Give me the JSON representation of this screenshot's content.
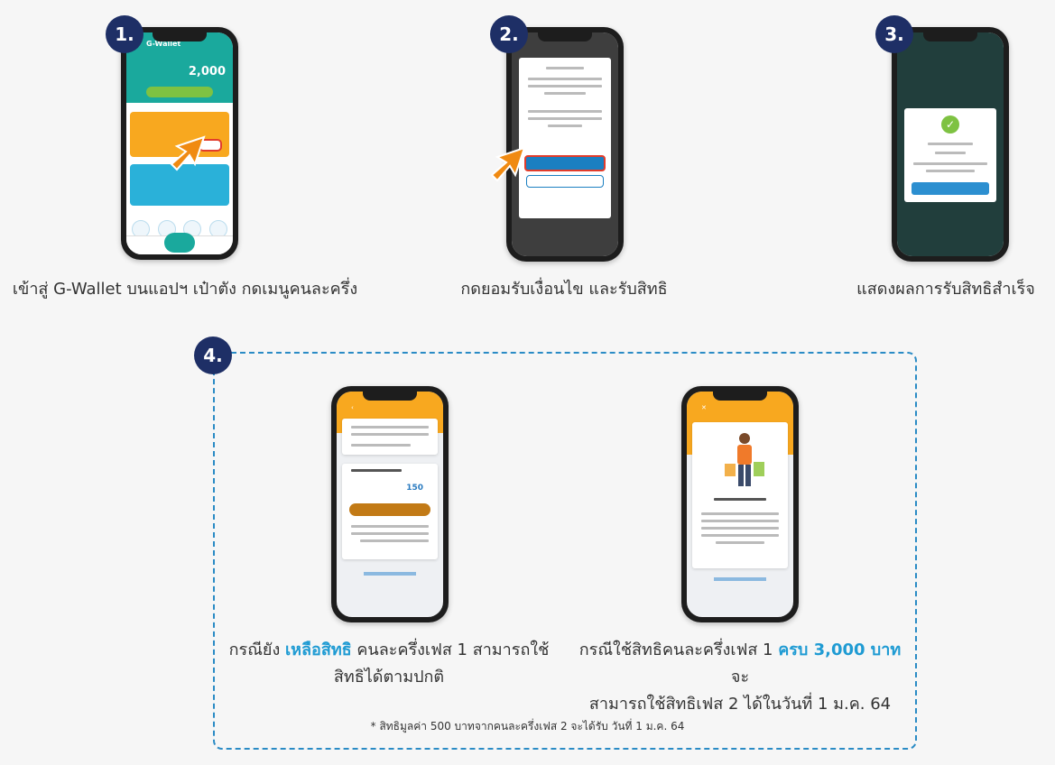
{
  "steps": [
    {
      "number": "1.",
      "caption": "เข้าสู่ G-Wallet บนแอปฯ เป๋าตัง กดเมนูคนละครึ่ง"
    },
    {
      "number": "2.",
      "caption": "กดยอมรับเงื่อนไข และรับสิทธิ"
    },
    {
      "number": "3.",
      "caption": "แสดงผลการรับสิทธิสำเร็จ"
    },
    {
      "number": "4."
    }
  ],
  "step4": {
    "left_caption_line1_a": "กรณียัง ",
    "left_caption_highlight": "เหลือสิทธิ",
    "left_caption_line1_b": " คนละครึ่งเฟส 1 สามารถใช้",
    "left_caption_line2": "สิทธิได้ตามปกติ",
    "right_caption_line1_a": "กรณีใช้สิทธิคนละครึ่งเฟส 1 ",
    "right_caption_highlight": "ครบ 3,000 บาท",
    "right_caption_line1_b": " จะ",
    "right_caption_line2": "สามารถใช้สิทธิเฟส 2 ได้ในวันที่ 1 ม.ค. 64",
    "footnote": "* สิทธิมูลค่า 500 บาทจากคนละครึ่งเฟส 2 จะได้รับ วันที่ 1 ม.ค. 64"
  },
  "phone1": {
    "title": "G-Wallet",
    "amount": "2,000"
  },
  "phone4": {
    "amount": "150"
  },
  "colors": {
    "badge": "#1e2f66",
    "highlight": "#1f9bd3",
    "dash": "#2a8bc5",
    "teal": "#1aa99d",
    "orange": "#f8a81f"
  }
}
